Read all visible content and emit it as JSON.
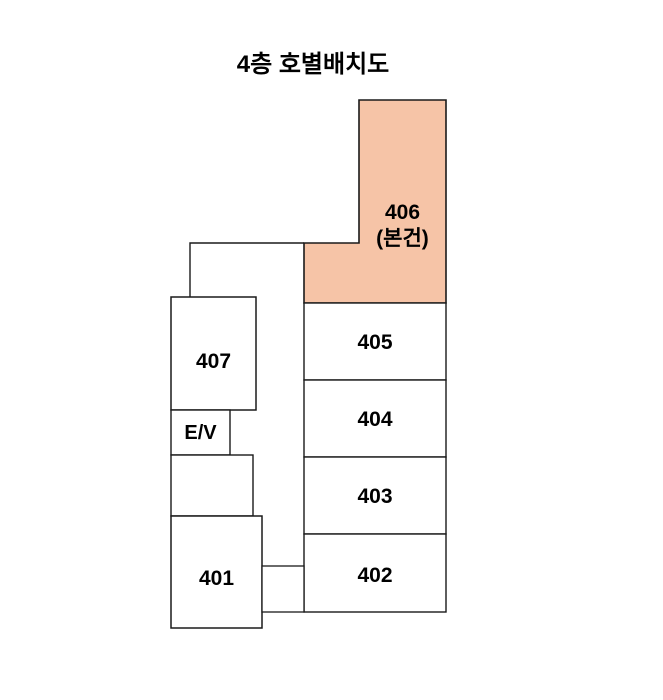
{
  "title": "4층 호별배치도",
  "colors": {
    "highlight_fill": "#F6C4A7",
    "line": "#1a1a1a",
    "background": "#FFFFFF"
  },
  "rooms": {
    "r406": {
      "number": "406",
      "note": "(본건)"
    },
    "r405": {
      "number": "405"
    },
    "r404": {
      "number": "404"
    },
    "r403": {
      "number": "403"
    },
    "r402": {
      "number": "402"
    },
    "r401": {
      "number": "401"
    },
    "r407": {
      "number": "407"
    },
    "elevator": {
      "label": "E/V"
    }
  }
}
